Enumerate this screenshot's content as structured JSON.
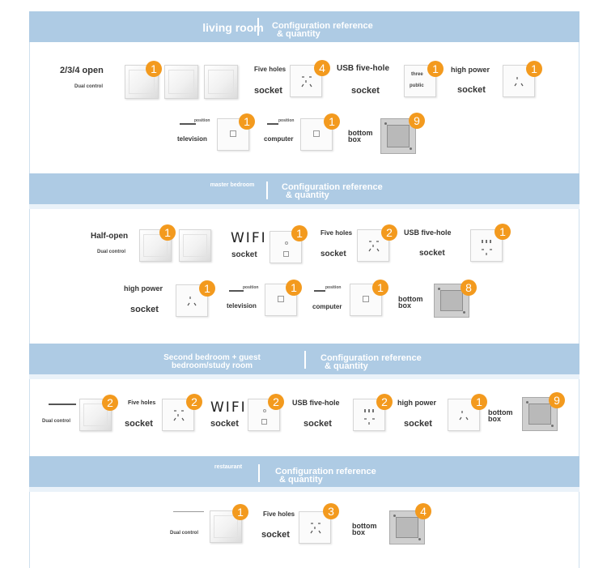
{
  "sections": [
    {
      "name": "living room",
      "ref1": "Configuration reference",
      "ref2": "& quantity"
    },
    {
      "name": "master bedroom",
      "ref1": "Configuration reference",
      "ref2": "& quantity"
    },
    {
      "name": "Second bedroom + guest bedroom/study room",
      "ref1": "Configuration reference",
      "ref2": "& quantity"
    },
    {
      "name": "restaurant",
      "ref1": "Configuration reference",
      "ref2": "& quantity"
    }
  ],
  "living": {
    "switch_title": "2/3/4 open",
    "switch_sub": "Dual control",
    "switch_qty": "1",
    "five_holes": "Five holes",
    "five_socket": "socket",
    "five_qty": "4",
    "usb_title": "USB five-hole",
    "usb_socket": "socket",
    "three_public_1": "three",
    "three_public_2": "public",
    "three_qty": "1",
    "high_power": "high power",
    "high_socket": "socket",
    "high_qty": "1",
    "position": "position",
    "television": "television",
    "tv_qty": "1",
    "computer": "computer",
    "pc_qty": "1",
    "bottom": "bottom",
    "box": "box",
    "box_qty": "9"
  },
  "master": {
    "switch_title": "Half-open",
    "switch_sub": "Dual control",
    "switch_qty": "1",
    "wifi": "WIFI",
    "wifi_socket": "socket",
    "wifi_qty": "1",
    "five_holes": "Five holes",
    "five_socket": "socket",
    "five_qty": "2",
    "usb_title": "USB five-hole",
    "usb_socket": "socket",
    "usb_qty": "1",
    "high_power": "high power",
    "high_socket": "socket",
    "high_qty": "1",
    "position": "position",
    "television": "television",
    "tv_qty": "1",
    "computer": "computer",
    "pc_qty": "1",
    "bottom": "bottom",
    "box": "box",
    "box_qty": "8"
  },
  "second": {
    "switch_sub": "Dual control",
    "switch_qty": "2",
    "five_holes": "Five holes",
    "five_socket": "socket",
    "five_qty": "2",
    "wifi": "WIFI",
    "wifi_socket": "socket",
    "wifi_qty": "2",
    "usb_title": "USB five-hole",
    "usb_socket": "socket",
    "usb_qty": "2",
    "high_power": "high power",
    "high_socket": "socket",
    "high_qty": "1",
    "bottom": "bottom",
    "box": "box",
    "box_qty": "9"
  },
  "restaurant": {
    "switch_sub": "Dual control",
    "switch_qty": "1",
    "five_holes": "Five holes",
    "five_socket": "socket",
    "five_qty": "3",
    "bottom": "bottom",
    "box": "box",
    "box_qty": "4"
  },
  "colors": {
    "header": "#aecbe4",
    "band": "#eaf2f9",
    "badge": "#f39a1e"
  }
}
